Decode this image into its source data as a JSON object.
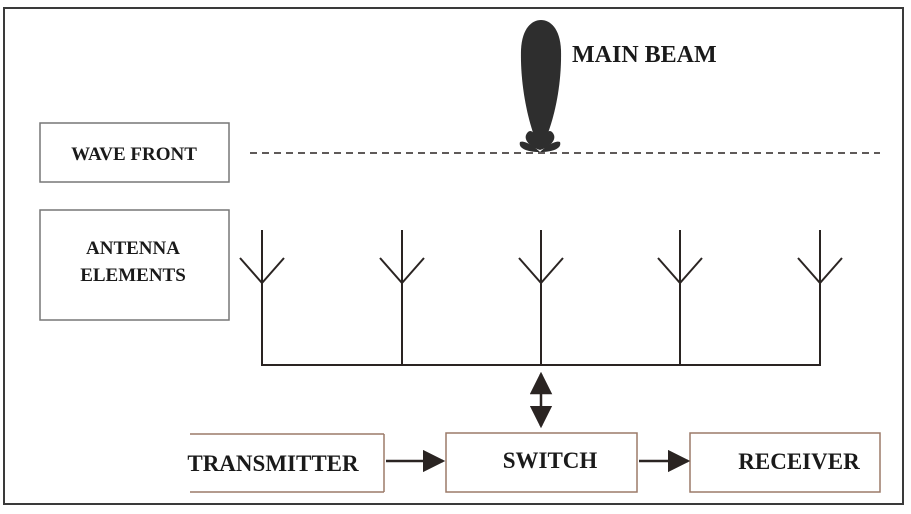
{
  "labels": {
    "main_beam": "MAIN BEAM",
    "wave_front": "WAVE FRONT",
    "antenna_line1": "ANTENNA",
    "antenna_line2": "ELEMENTS",
    "transmitter": "TRANSMITTER",
    "switch": "SWITCH",
    "receiver": "RECEIVER"
  },
  "colors": {
    "line": "#2a2422",
    "box_border": "#9c7a68",
    "frame": "#3a3a3a",
    "beam_fill": "#2e2e2e"
  }
}
